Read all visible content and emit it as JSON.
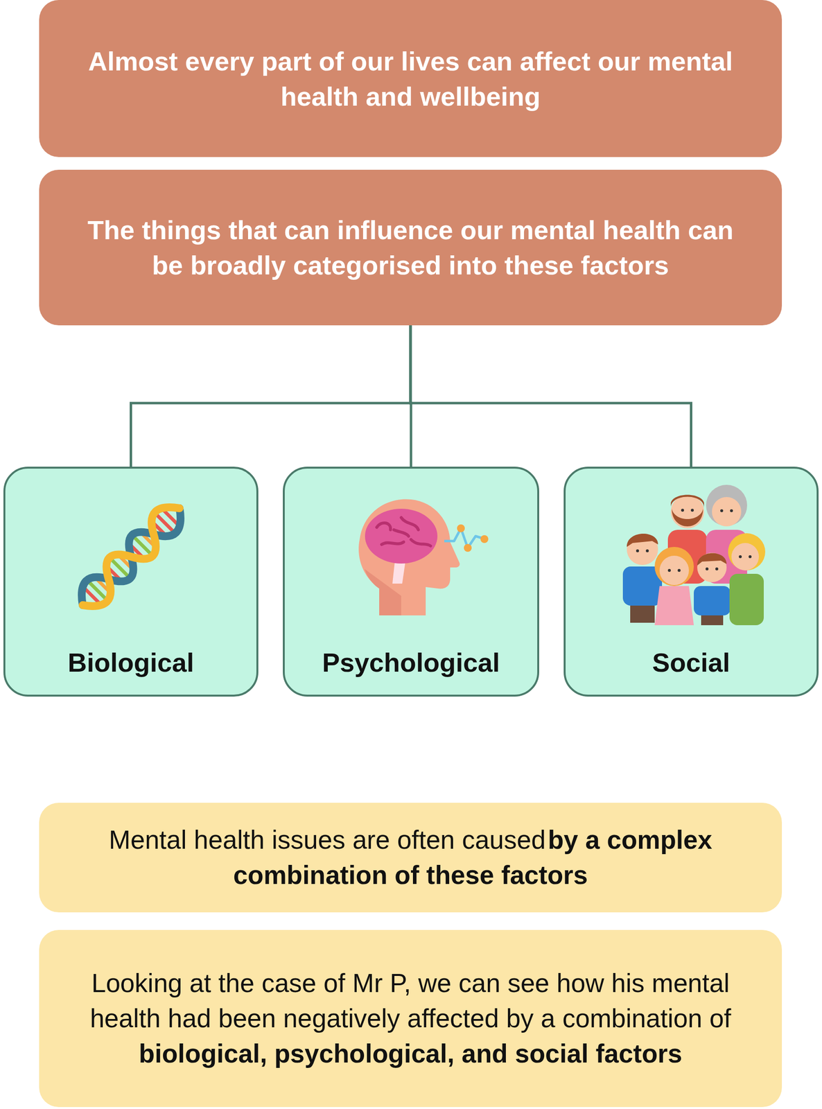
{
  "diagram": {
    "nodes": [
      {
        "text": [
          "Almost every part of our lives can affect our mental health and wellbeing"
        ]
      },
      {
        "text": [
          "The things that can influence our mental health can be broadly categorised into these factors"
        ]
      },
      {
        "text": [
          "Biological"
        ]
      },
      {
        "text": [
          "Psychological"
        ]
      },
      {
        "text": [
          "Social"
        ]
      },
      {
        "text": [
          "Mental health issues are often caused",
          "by a complex combination of these factors"
        ]
      },
      {
        "text": [
          "Looking at the case of Mr P, we can see how his mental health had been negatively affected by a combination of",
          "biological, psychological, and social factors"
        ]
      }
    ],
    "edges": [
      {
        "from": 1,
        "to": 2,
        "arrow": "none"
      },
      {
        "from": 1,
        "to": 3,
        "arrow": "none"
      },
      {
        "from": 1,
        "to": 4,
        "arrow": "none"
      }
    ]
  }
}
